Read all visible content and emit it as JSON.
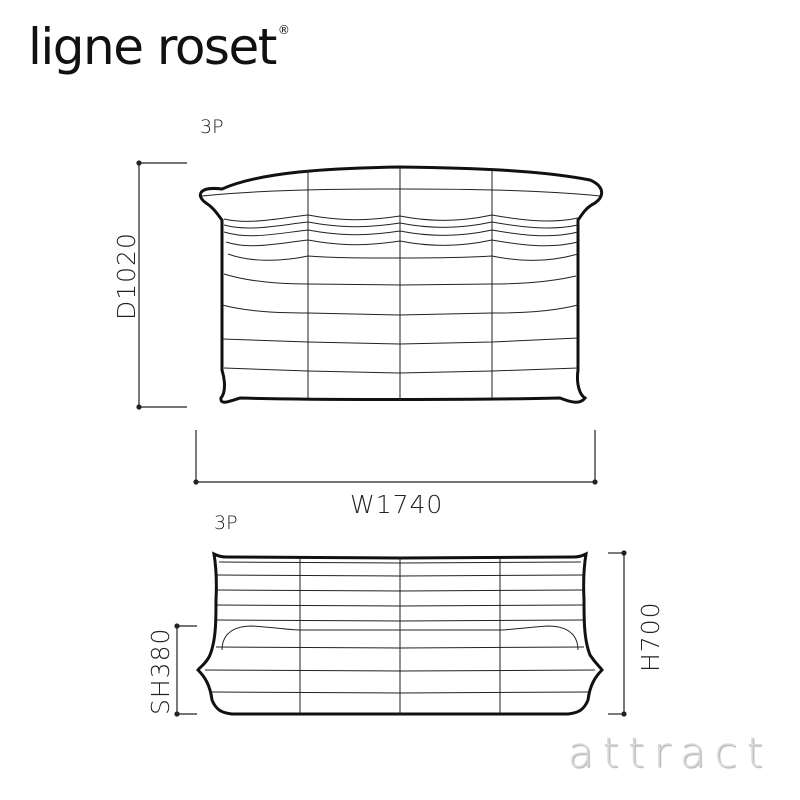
{
  "brand": {
    "name": "ligne roset",
    "trademark": "®"
  },
  "top_view": {
    "label": "3P",
    "depth_label": "D1020",
    "width_label": "W1740"
  },
  "front_view": {
    "label": "3P",
    "seat_height_label": "SH380",
    "height_label": "H700"
  },
  "watermark": "attract",
  "colors": {
    "line": "#111111",
    "dim_line": "#222222",
    "watermark": "#d8d8d8"
  }
}
